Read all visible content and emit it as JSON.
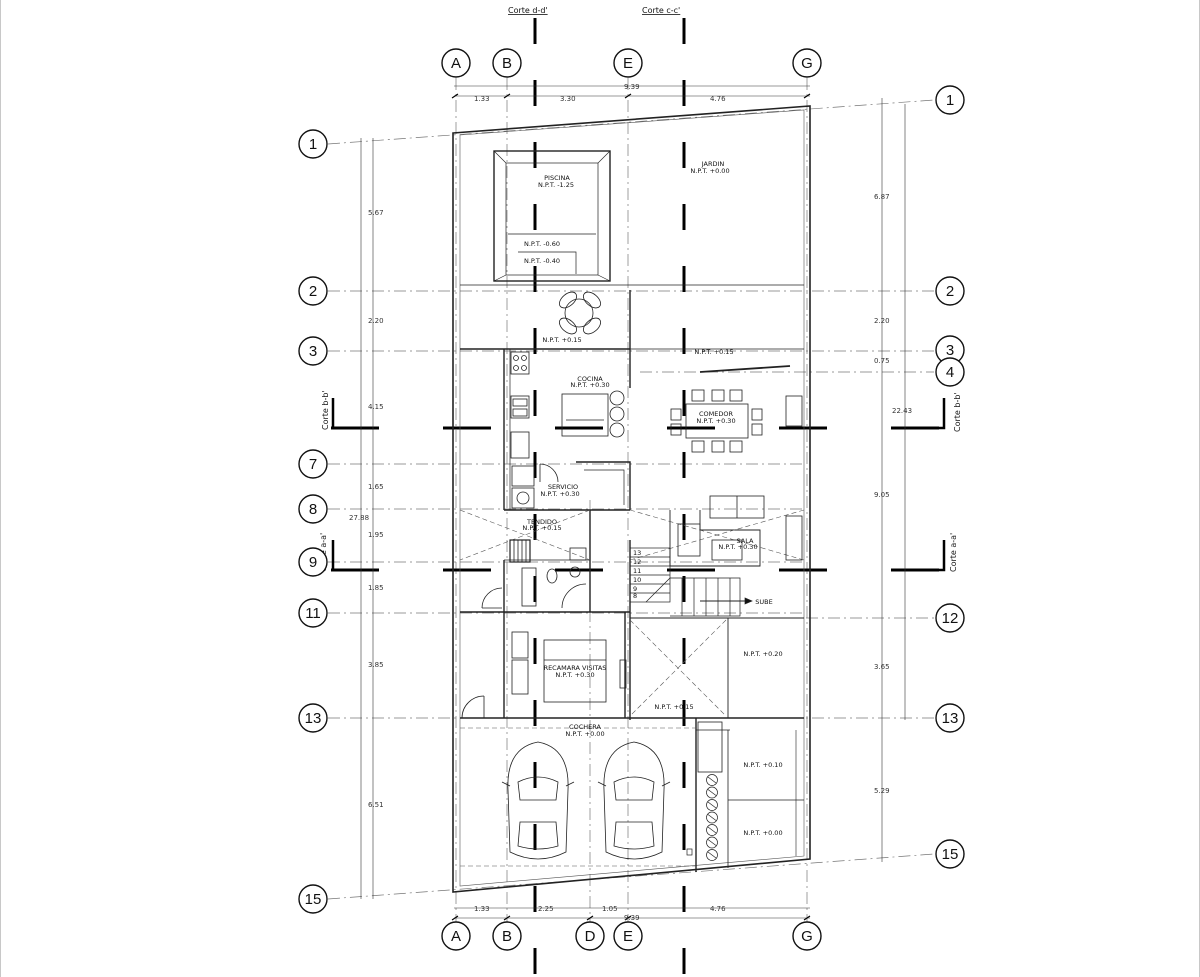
{
  "cuts": {
    "dd": "Corte d-d'",
    "cc": "Corte c-c'",
    "bb": "Corte b-b'",
    "aa": "Corte a-a'"
  },
  "axes": {
    "top": [
      "A",
      "B",
      "E",
      "G"
    ],
    "bottom": [
      "A",
      "B",
      "D",
      "E",
      "G"
    ],
    "left": [
      "1",
      "2",
      "3",
      "7",
      "8",
      "9",
      "11",
      "13",
      "15"
    ],
    "right": [
      "1",
      "2",
      "3",
      "4",
      "12",
      "13",
      "15"
    ]
  },
  "dims": {
    "top": [
      "1.33",
      "3.30",
      "4.76"
    ],
    "top_total": "9.39",
    "bottom": [
      "1.33",
      "2.25",
      "1.05",
      "4.76"
    ],
    "bottom_total": "9.39",
    "left": [
      "5.67",
      "2.20",
      "4.15",
      "1.65",
      "1.95",
      "1.85",
      "3.85",
      "6.51"
    ],
    "left_total": "27.88",
    "right_outer": [
      "6.87",
      "2.20",
      "0.75",
      "9.05",
      "3.65",
      "5.29"
    ],
    "right_total": "22.43"
  },
  "rooms": {
    "piscina": "PISCINA",
    "piscina_npt": "N.P.T. -1.25",
    "pool_step1": "N.P.T. -0.60",
    "pool_step2": "N.P.T. -0.40",
    "jardin": "JARDIN",
    "jardin_npt": "N.P.T. +0.00",
    "terraza_npt": "N.P.T. +0.15",
    "terraza2_npt": "N.P.T. +0.15",
    "cocina": "COCINA",
    "cocina_npt": "N.P.T. +0.30",
    "comedor": "COMEDOR",
    "comedor_npt": "N.P.T. +0.30",
    "servicio": "SERVICIO",
    "servicio_npt": "N.P.T. +0.30",
    "tendido": "TENDIDO",
    "tendido_npt": "N.P.T. +0.15",
    "sala": "SALA",
    "sala_npt": "N.P.T. +0.30",
    "sube": "SUBE",
    "stairs": [
      "13",
      "12",
      "11",
      "10",
      "9",
      "8"
    ],
    "recamara": "RECAMARA VISITAS",
    "recamara_npt": "N.P.T. +0.30",
    "patio_npt": "N.P.T. +0.20",
    "hall_npt": "N.P.T. +0.15",
    "cochera": "COCHERA",
    "cochera_npt": "N.P.T. +0.00",
    "side1_npt": "N.P.T. +0.10",
    "side2_npt": "N.P.T. +0.00"
  }
}
